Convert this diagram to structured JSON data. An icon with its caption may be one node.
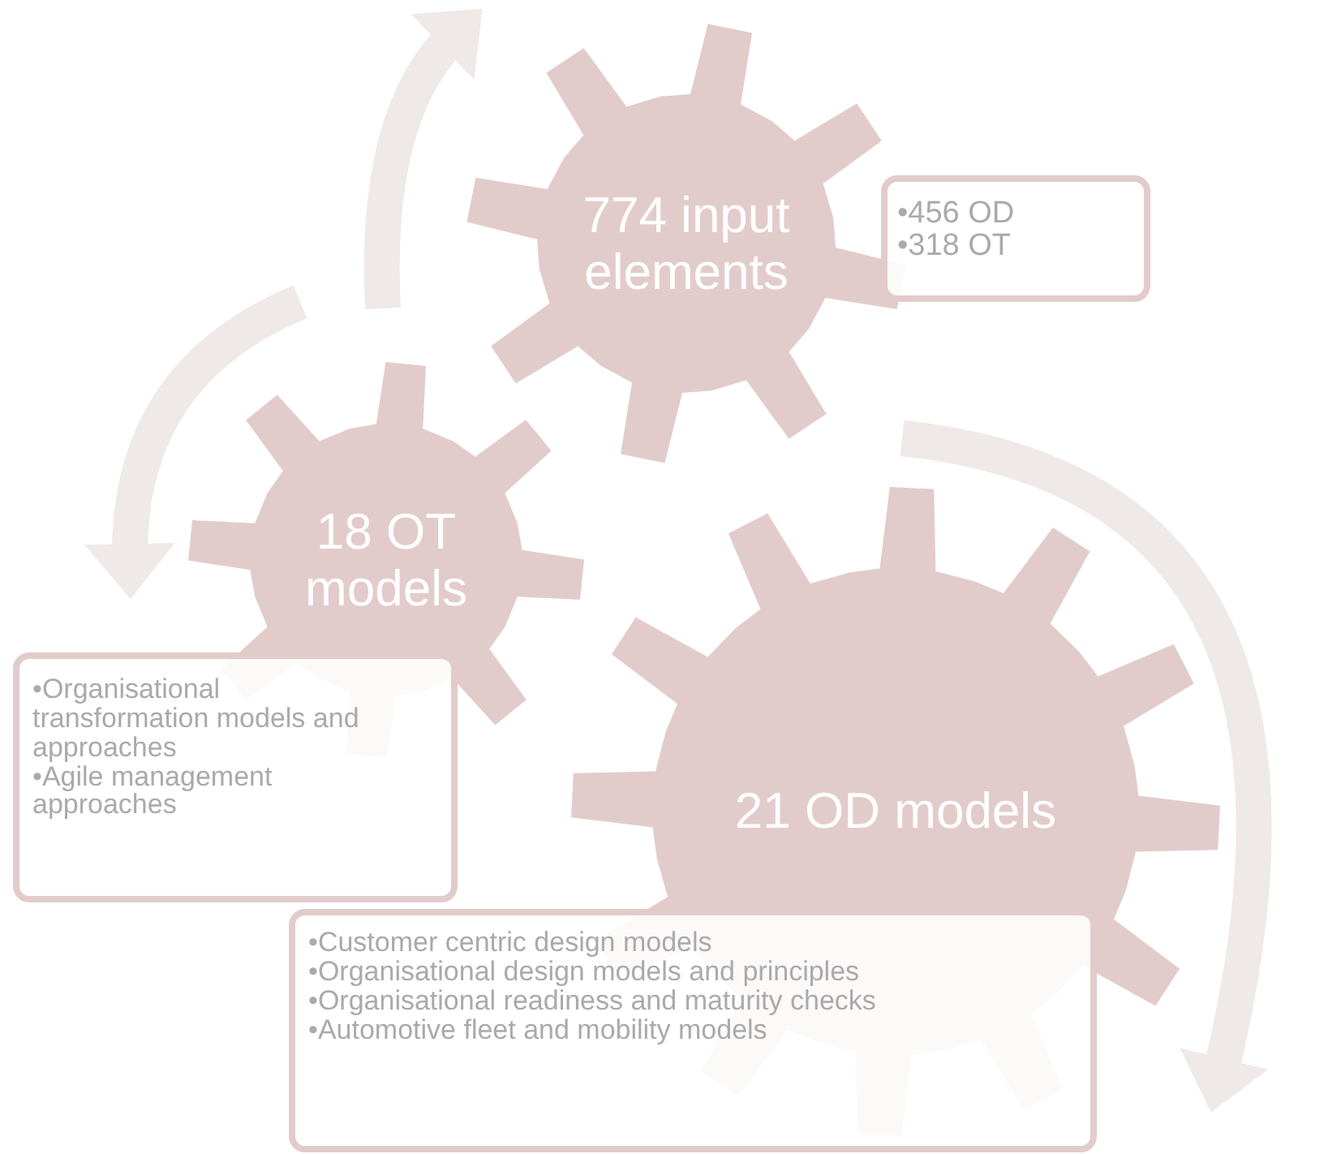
{
  "diagram": {
    "nodes": [
      {
        "text": [
          "774 input elements"
        ]
      },
      {
        "text": [
          "•456 OD",
          "•318 OT"
        ]
      },
      {
        "text": [
          "18 OT models"
        ]
      },
      {
        "text": [
          "•Organisational transformation models and approaches",
          "•Agile management approaches"
        ]
      },
      {
        "text": [
          "21 OD models"
        ]
      },
      {
        "text": [
          "•Customer centric design models",
          "•Organisational design models and principles",
          "•Organisational readiness and maturity checks",
          "•Automotive fleet and mobility models"
        ]
      }
    ]
  }
}
